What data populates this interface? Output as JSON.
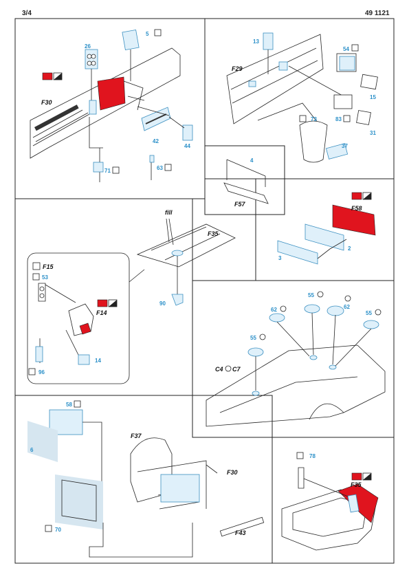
{
  "header": {
    "page": "3/4",
    "code": "49 1121"
  },
  "labels": {
    "f30a": "F30",
    "f29": "F29",
    "f57": "F57",
    "f58": "F58",
    "f35a": "F35",
    "f14": "F14",
    "f15": "F15",
    "fill": "fill",
    "f37": "F37",
    "f30b": "F30",
    "f43": "F43",
    "f35b": "F35",
    "c4": "C4",
    "c7": "C7"
  },
  "parts": {
    "p26": "26",
    "p5": "5",
    "p42": "42",
    "p44": "44",
    "p71": "71",
    "p63": "63",
    "p13": "13",
    "p54": "54",
    "p15": "15",
    "p83": "83",
    "p31": "31",
    "p73": "73",
    "p37": "37",
    "p4": "4",
    "p2": "2",
    "p3": "3",
    "p53": "53",
    "p14": "14",
    "p96": "96",
    "p90": "90",
    "p55a": "55",
    "p62a": "62",
    "p62b": "62",
    "p55b": "55",
    "p55c": "55",
    "p58": "58",
    "p6": "6",
    "p70": "70",
    "p78": "78"
  },
  "colors": {
    "red": "#e0141e",
    "etch_blue": "#2a8fc8",
    "line": "#222222"
  }
}
